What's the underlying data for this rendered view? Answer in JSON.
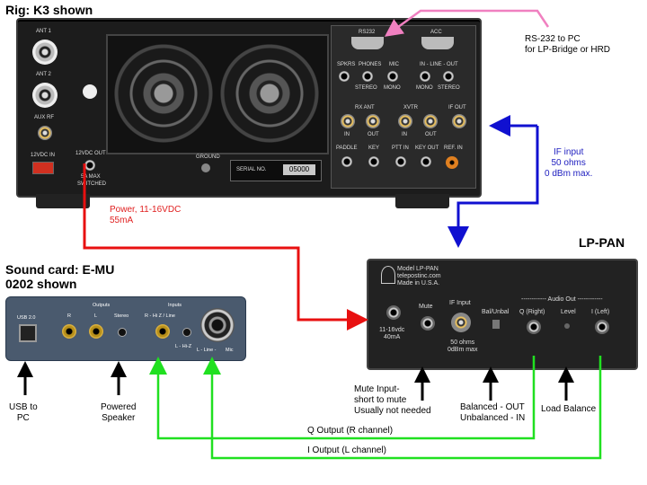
{
  "rig": {
    "title": "Rig:  K3 shown",
    "labels": {
      "ant1": "ANT 1",
      "ant2": "ANT 2",
      "auxrf": "AUX RF",
      "dcin": "12VDC IN",
      "dcout": "12VDC OUT",
      "dcout_note1": "5A MAX",
      "dcout_note2": "SWITCHED",
      "ground": "GROUND",
      "serial_no": "SERIAL NO.",
      "serial_value": "05000",
      "rs232": "RS232",
      "acc": "ACC",
      "spkrs": "SPKRS",
      "phones": "PHONES",
      "mic": "MIC",
      "line": "IN - LINE - OUT",
      "stereo": "STEREO",
      "mono": "MONO",
      "mono2": "MONO",
      "stereo2": "STEREO",
      "rxant": "RX ANT",
      "xvtr": "XVTR",
      "ifout": "IF OUT",
      "rx_in": "IN",
      "rx_out": "OUT",
      "xv_in": "IN",
      "xv_out": "OUT",
      "paddle": "PADDLE",
      "key": "KEY",
      "pttin": "PTT IN",
      "keyout": "KEY OUT",
      "refin": "REF. IN"
    }
  },
  "annotations": {
    "rs232": [
      "RS-232 to PC",
      "for LP-Bridge or HRD"
    ],
    "if_input": [
      "IF input",
      "50 ohms",
      "0 dBm max."
    ],
    "power": [
      "Power, 11-16VDC",
      "55mA"
    ],
    "mute": [
      "Mute Input-",
      "short to mute",
      "Usually not needed"
    ],
    "balanced": [
      "Balanced - OUT",
      "Unbalanced - IN"
    ],
    "load": "Load Balance",
    "usb": [
      "USB to",
      "PC"
    ],
    "speaker": [
      "Powered",
      "Speaker"
    ],
    "q_output": "Q Output (R channel)",
    "i_output": "I Output (L channel)"
  },
  "lppan": {
    "title": "LP-PAN",
    "brand": [
      "Model LP-PAN",
      "telepostinc.com",
      "Made in U.S.A."
    ],
    "dc": [
      "11-16vdc",
      "40mA"
    ],
    "mute": "Mute",
    "if_input": "IF Input",
    "if_spec": [
      "50 ohms",
      "0dBm max"
    ],
    "balunbal": "Bal/Unbal",
    "audio_out": "------------ Audio Out ------------",
    "q": "Q (Right)",
    "level": "Level",
    "i": "I (Left)"
  },
  "soundcard": {
    "title": [
      "Sound card: E-MU",
      "0202 shown"
    ],
    "usb": "USB 2.0",
    "outputs": "Outputs",
    "r": "R",
    "l": "L",
    "stereo": "Stereo",
    "inputs": "Inputs",
    "r_in": "R - Hi Z / Line",
    "l_in": "L - Hi-Z",
    "l_line": "L - Line -",
    "mic": "Mic"
  },
  "colors": {
    "power": "#e81010",
    "if": "#1010d0",
    "rs232": "#f080c0",
    "audio": "#20e020",
    "arrow": "#000000"
  }
}
